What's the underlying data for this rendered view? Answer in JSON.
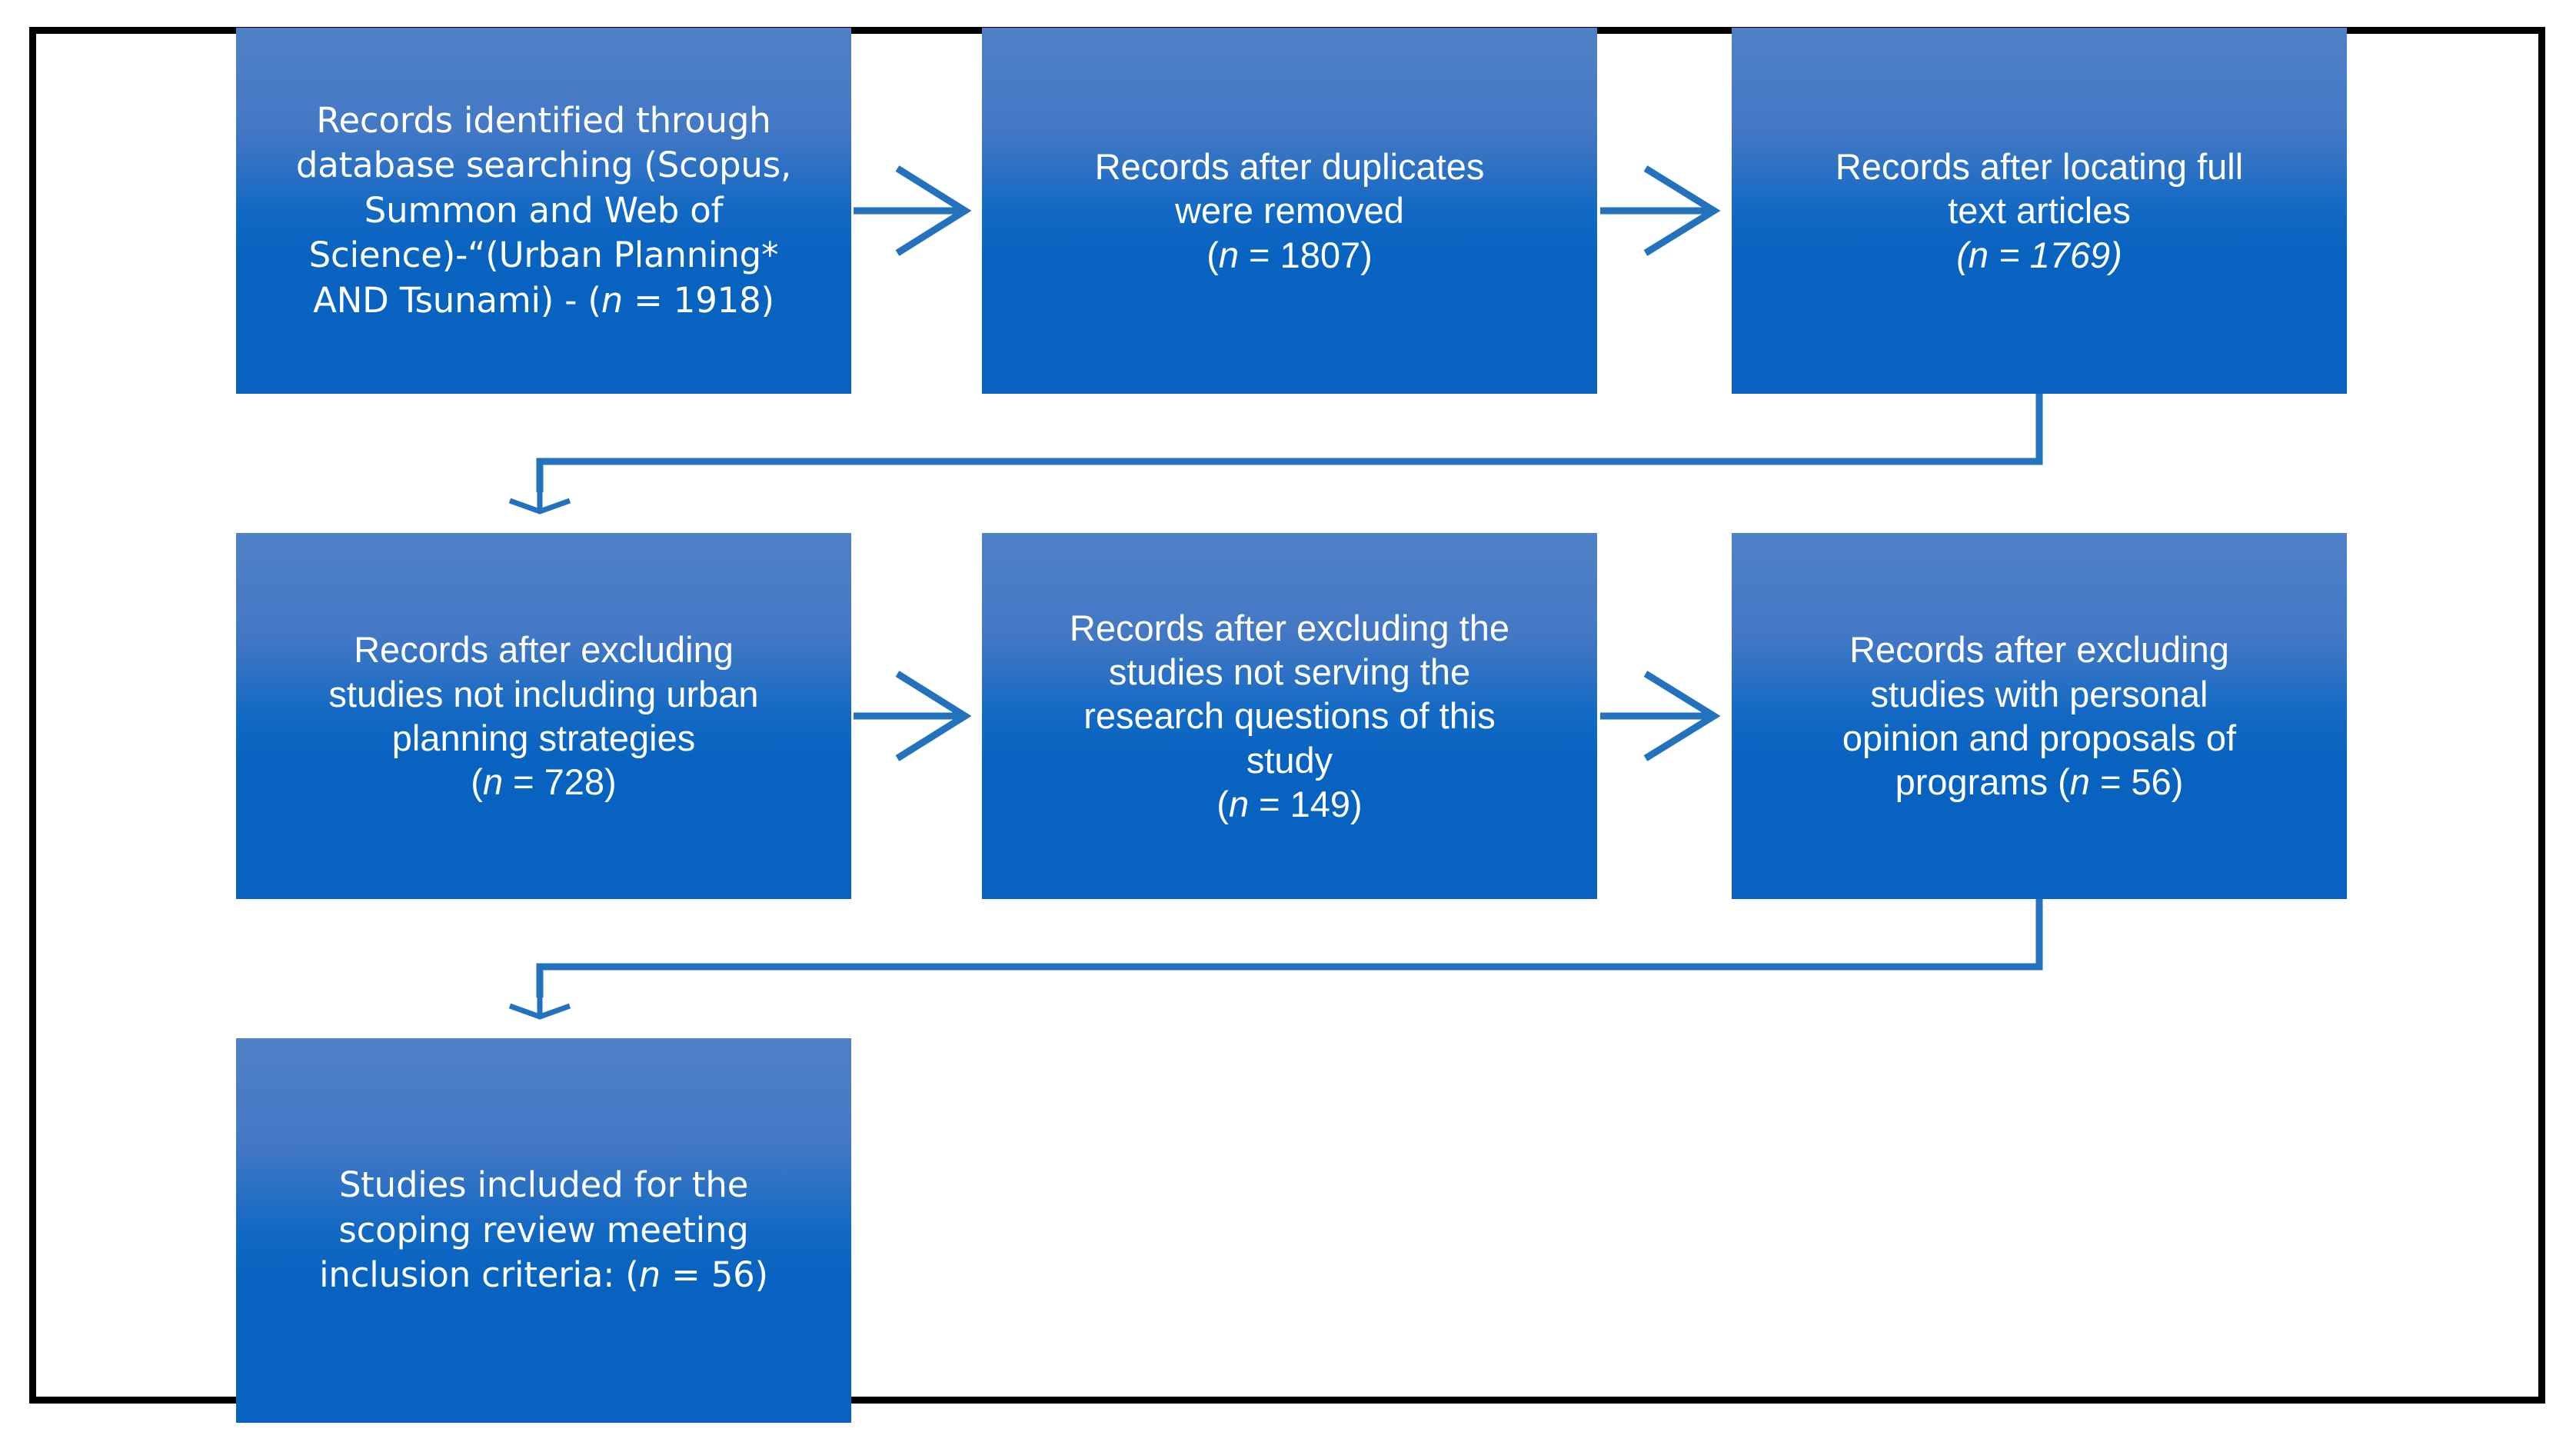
{
  "diagram": {
    "type": "flowchart",
    "title": "PRISMA scoping review record selection flow",
    "frame_color": "#000000",
    "box_gradient_top": "#4f81c7",
    "box_gradient_bottom": "#0862c0",
    "connector_color": "#2272bd",
    "text_color": "#ffffff"
  },
  "boxes": [
    {
      "id": "box-1",
      "row": 1,
      "column": 1,
      "name": "records-identified",
      "text": "Records identified through database searching (Scopus, Summon and Web of Science)-“(Urban Planning* AND Tsunami) - (n = 1918)",
      "lines": [
        "Records identified through",
        "database searching (Scopus,",
        "Summon and Web of",
        "Science)-“(Urban Planning*",
        "AND Tsunami) - (n = 1918)"
      ],
      "label": "Records identified through database searching (Scopus, Summon and Web of Science)-“(Urban Planning* AND Tsunami)",
      "n_label": "n",
      "n_value": "1918",
      "count_text": "(n = 1918)",
      "italic_scope": "n-only"
    },
    {
      "id": "box-2",
      "row": 1,
      "column": 2,
      "name": "records-after-duplicates-removed",
      "text": "Records after duplicates were removed (n = 1807)",
      "lines": [
        "Records after duplicates",
        "were removed",
        "(n = 1807)"
      ],
      "label": "Records after duplicates were removed",
      "n_label": "n",
      "n_value": "1807",
      "count_text": "(n = 1807)",
      "italic_scope": "n-only"
    },
    {
      "id": "box-3",
      "row": 1,
      "column": 3,
      "name": "records-after-locating-full-text",
      "text": "Records after locating full text articles (n = 1769)",
      "lines": [
        "Records after locating full",
        "text articles",
        "(n = 1769)"
      ],
      "label": "Records after locating full text articles",
      "n_label": "n",
      "n_value": "1769",
      "count_text": "(n = 1769)",
      "italic_scope": "whole-count"
    },
    {
      "id": "box-4",
      "row": 2,
      "column": 1,
      "name": "records-after-excluding-non-urban-planning",
      "text": "Records after excluding studies not including urban planning strategies (n = 728)",
      "lines": [
        "Records after excluding",
        "studies not including urban",
        "planning strategies",
        "(n = 728)"
      ],
      "label": "Records after excluding studies not including urban planning strategies",
      "n_label": "n",
      "n_value": "728",
      "count_text": "(n = 728)",
      "italic_scope": "n-only"
    },
    {
      "id": "box-5",
      "row": 2,
      "column": 2,
      "name": "records-after-excluding-off-topic",
      "text": "Records after excluding the studies not serving the research questions of this study (n = 149)",
      "lines": [
        "Records after excluding the",
        "studies not serving the",
        "research questions of this",
        "study",
        "(n = 149)"
      ],
      "label": "Records after excluding the studies not serving the research questions of this study",
      "n_label": "n",
      "n_value": "149",
      "count_text": "(n = 149)",
      "italic_scope": "n-only"
    },
    {
      "id": "box-6",
      "row": 2,
      "column": 3,
      "name": "records-after-excluding-opinion-proposals",
      "text": "Records after excluding studies with personal opinion and proposals of programs (n = 56)",
      "lines": [
        "Records after excluding",
        "studies with personal",
        "opinion and proposals of",
        "programs (n = 56)"
      ],
      "label": "Records after excluding studies with personal opinion and proposals of programs",
      "n_label": "n",
      "n_value": "56",
      "count_text": "(n = 56)",
      "italic_scope": "n-only"
    },
    {
      "id": "box-7",
      "row": 3,
      "column": 1,
      "name": "studies-included",
      "text": "Studies included for the scoping review meeting inclusion criteria: (n = 56)",
      "lines": [
        "Studies included for the",
        "scoping review meeting",
        "inclusion criteria: (n = 56)"
      ],
      "label": "Studies included for the scoping review meeting inclusion criteria:",
      "n_label": "n",
      "n_value": "56",
      "count_text": "(n = 56)",
      "italic_scope": "n-only"
    }
  ],
  "connectors": [
    {
      "name": "arrow-box1-to-box2",
      "from": "box-1",
      "to": "box-2",
      "style": "straight-right"
    },
    {
      "name": "arrow-box2-to-box3",
      "from": "box-2",
      "to": "box-3",
      "style": "straight-right"
    },
    {
      "name": "arrow-box3-to-box4",
      "from": "box-3",
      "to": "box-4",
      "style": "elbow-down-left"
    },
    {
      "name": "arrow-box4-to-box5",
      "from": "box-4",
      "to": "box-5",
      "style": "straight-right"
    },
    {
      "name": "arrow-box5-to-box6",
      "from": "box-5",
      "to": "box-6",
      "style": "straight-right"
    },
    {
      "name": "arrow-box6-to-box7",
      "from": "box-6",
      "to": "box-7",
      "style": "elbow-down-left"
    }
  ],
  "flow_data": {
    "type": "flowchart",
    "stages": [
      {
        "stage": "Records identified through database searching (Scopus, Summon and Web of Science)",
        "n": 1918
      },
      {
        "stage": "Records after duplicates were removed",
        "n": 1807
      },
      {
        "stage": "Records after locating full text articles",
        "n": 1769
      },
      {
        "stage": "Records after excluding studies not including urban planning strategies",
        "n": 728
      },
      {
        "stage": "Records after excluding the studies not serving the research questions of this study",
        "n": 149
      },
      {
        "stage": "Records after excluding studies with personal opinion and proposals of programs",
        "n": 56
      },
      {
        "stage": "Studies included for the scoping review meeting inclusion criteria",
        "n": 56
      }
    ]
  }
}
